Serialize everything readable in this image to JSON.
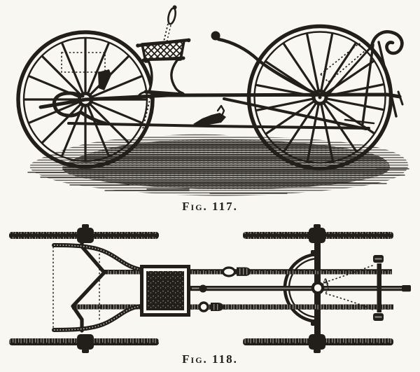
{
  "theme": {
    "paper_color": "#f8f7f2",
    "ink_color": "#221e1a"
  },
  "figure_117": {
    "caption": "Fig. 117."
  },
  "figure_118": {
    "caption": "Fig. 118.",
    "part_labels": {
      "kingbolt": "A"
    }
  }
}
